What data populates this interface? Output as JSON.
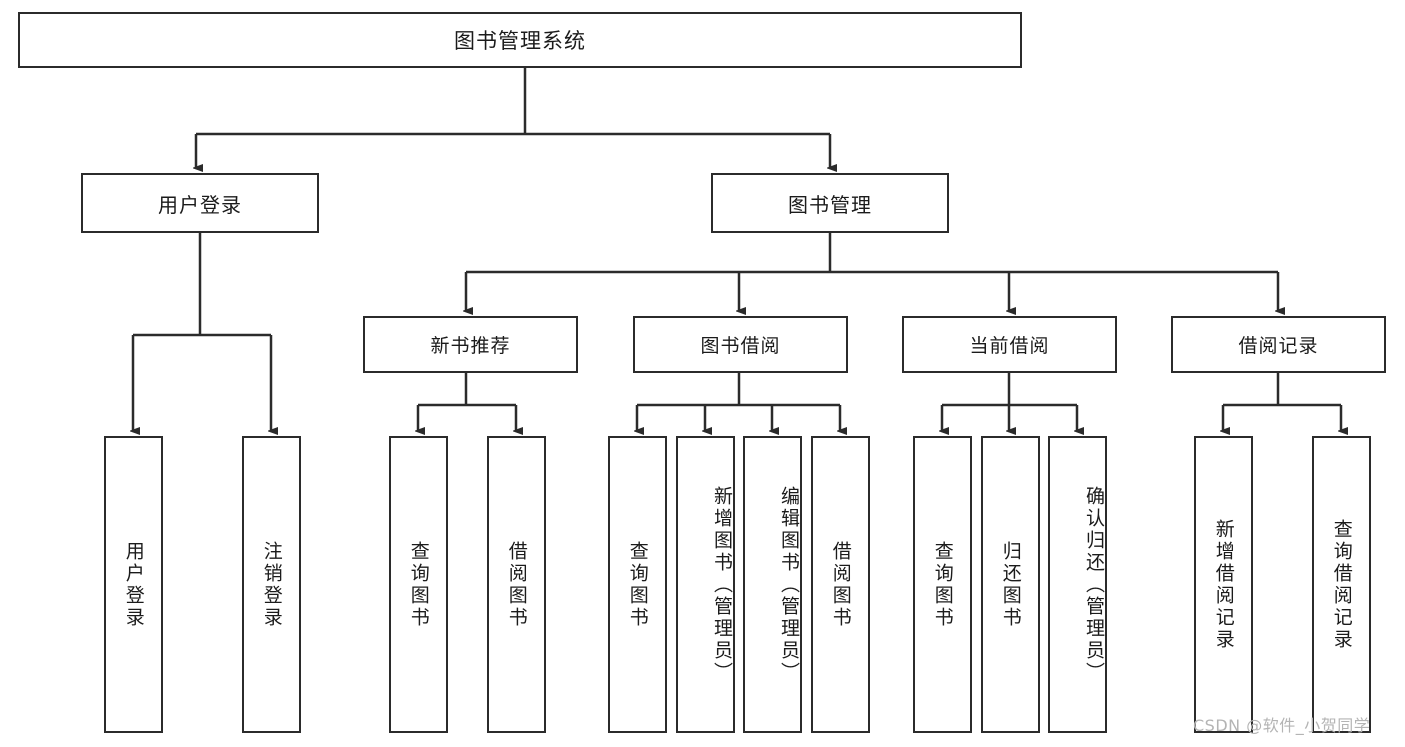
{
  "diagram": {
    "title": "图书管理系统",
    "type": "tree",
    "watermark": "CSDN @软件_小贺同学",
    "colors": {
      "background": "#ffffff",
      "box_border": "#2b2b2b",
      "box_fill": "#ffffff",
      "connector": "#2b2b2b",
      "text": "#1b1b1b",
      "watermark": "#b4b4b4"
    }
  },
  "root": {
    "label": "图书管理系统"
  },
  "level2": [
    {
      "label": "用户登录"
    },
    {
      "label": "图书管理"
    }
  ],
  "level3": [
    {
      "label": "新书推荐"
    },
    {
      "label": "图书借阅"
    },
    {
      "label": "当前借阅"
    },
    {
      "label": "借阅记录"
    }
  ],
  "leaves": {
    "user_login": [
      {
        "label": "用户登录"
      },
      {
        "label": "注销登录"
      }
    ],
    "new_book_recommend": [
      {
        "label": "查询图书"
      },
      {
        "label": "借阅图书"
      }
    ],
    "book_borrow": [
      {
        "label": "查询图书"
      },
      {
        "label": "新增图书（管理员）"
      },
      {
        "label": "编辑图书（管理员）"
      },
      {
        "label": "借阅图书"
      }
    ],
    "current_borrow": [
      {
        "label": "查询图书"
      },
      {
        "label": "归还图书"
      },
      {
        "label": "确认归还（管理员）"
      }
    ],
    "borrow_record": [
      {
        "label": "新增借阅记录"
      },
      {
        "label": "查询借阅记录"
      }
    ]
  },
  "chart_data": {
    "type": "table",
    "title": "图书管理系统 功能结构图",
    "hierarchy": [
      {
        "level": 1,
        "label": "图书管理系统",
        "children": [
          {
            "level": 2,
            "label": "用户登录",
            "children": [
              {
                "level": 3,
                "label": "用户登录"
              },
              {
                "level": 3,
                "label": "注销登录"
              }
            ]
          },
          {
            "level": 2,
            "label": "图书管理",
            "children": [
              {
                "level": 3,
                "label": "新书推荐",
                "children": [
                  {
                    "level": 4,
                    "label": "查询图书"
                  },
                  {
                    "level": 4,
                    "label": "借阅图书"
                  }
                ]
              },
              {
                "level": 3,
                "label": "图书借阅",
                "children": [
                  {
                    "level": 4,
                    "label": "查询图书"
                  },
                  {
                    "level": 4,
                    "label": "新增图书（管理员）"
                  },
                  {
                    "level": 4,
                    "label": "编辑图书（管理员）"
                  },
                  {
                    "level": 4,
                    "label": "借阅图书"
                  }
                ]
              },
              {
                "level": 3,
                "label": "当前借阅",
                "children": [
                  {
                    "level": 4,
                    "label": "查询图书"
                  },
                  {
                    "level": 4,
                    "label": "归还图书"
                  },
                  {
                    "level": 4,
                    "label": "确认归还（管理员）"
                  }
                ]
              },
              {
                "level": 3,
                "label": "借阅记录",
                "children": [
                  {
                    "level": 4,
                    "label": "新增借阅记录"
                  },
                  {
                    "level": 4,
                    "label": "查询借阅记录"
                  }
                ]
              }
            ]
          }
        ]
      }
    ]
  }
}
